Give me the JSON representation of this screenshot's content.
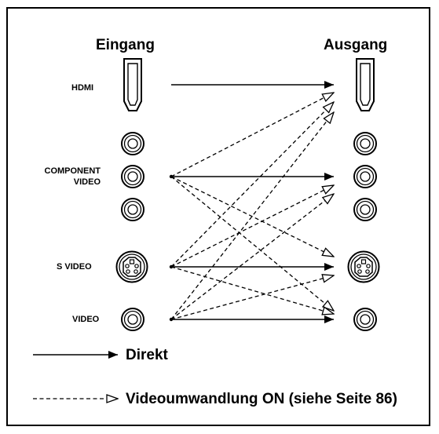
{
  "headings": {
    "input": "Eingang",
    "output": "Ausgang"
  },
  "input_labels": {
    "hdmi": "HDMI",
    "component_line1": "COMPONENT",
    "component_line2": "VIDEO",
    "s_video": "S VIDEO",
    "video": "VIDEO"
  },
  "legend": {
    "direct": "Direkt",
    "conversion": "Videoumwandlung ON (siehe Seite 86)"
  }
}
